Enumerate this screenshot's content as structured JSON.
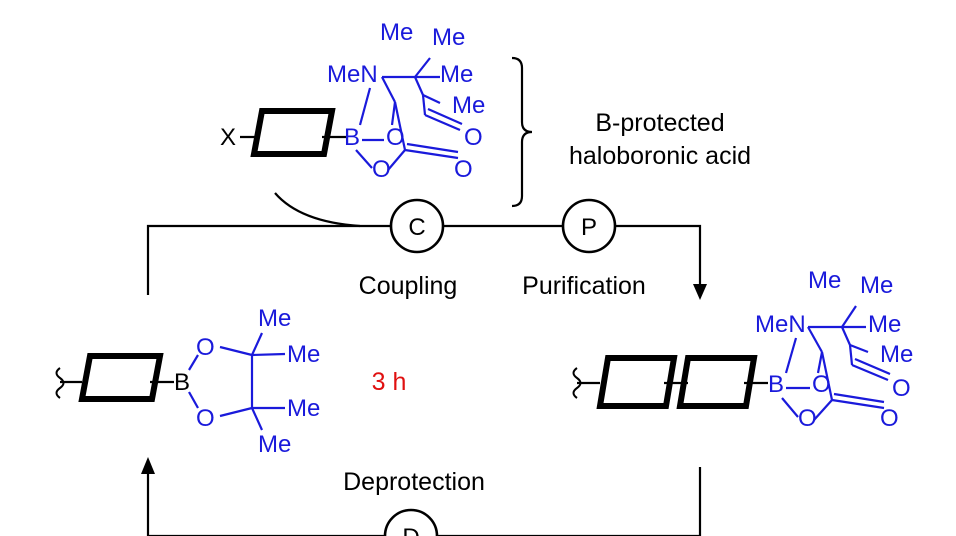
{
  "colors": {
    "reagent": "#1a1adb",
    "time": "#e01010",
    "line": "#000000"
  },
  "reagent": {
    "x_label": "X",
    "me1": "Me",
    "me2": "Me",
    "men": "MeN",
    "me3": "Me",
    "me4": "Me",
    "b": "B",
    "o1": "O",
    "o2": "O",
    "o3": "O",
    "o4": "O",
    "caption_line1": "B-protected",
    "caption_line2": "haloboronic acid"
  },
  "cycle": {
    "coupling_node": "C",
    "coupling_label": "Coupling",
    "purification_node": "P",
    "purification_label": "Purification",
    "deprotection_node": "D",
    "deprotection_label": "Deprotection",
    "time_label": "3 h"
  },
  "pinacol": {
    "b": "B",
    "o1": "O",
    "o2": "O",
    "me1": "Me",
    "me2": "Me",
    "me3": "Me",
    "me4": "Me"
  },
  "product": {
    "me1": "Me",
    "me2": "Me",
    "men": "MeN",
    "me3": "Me",
    "me4": "Me",
    "b": "B",
    "o1": "O",
    "o2": "O",
    "o3": "O",
    "o4": "O"
  }
}
